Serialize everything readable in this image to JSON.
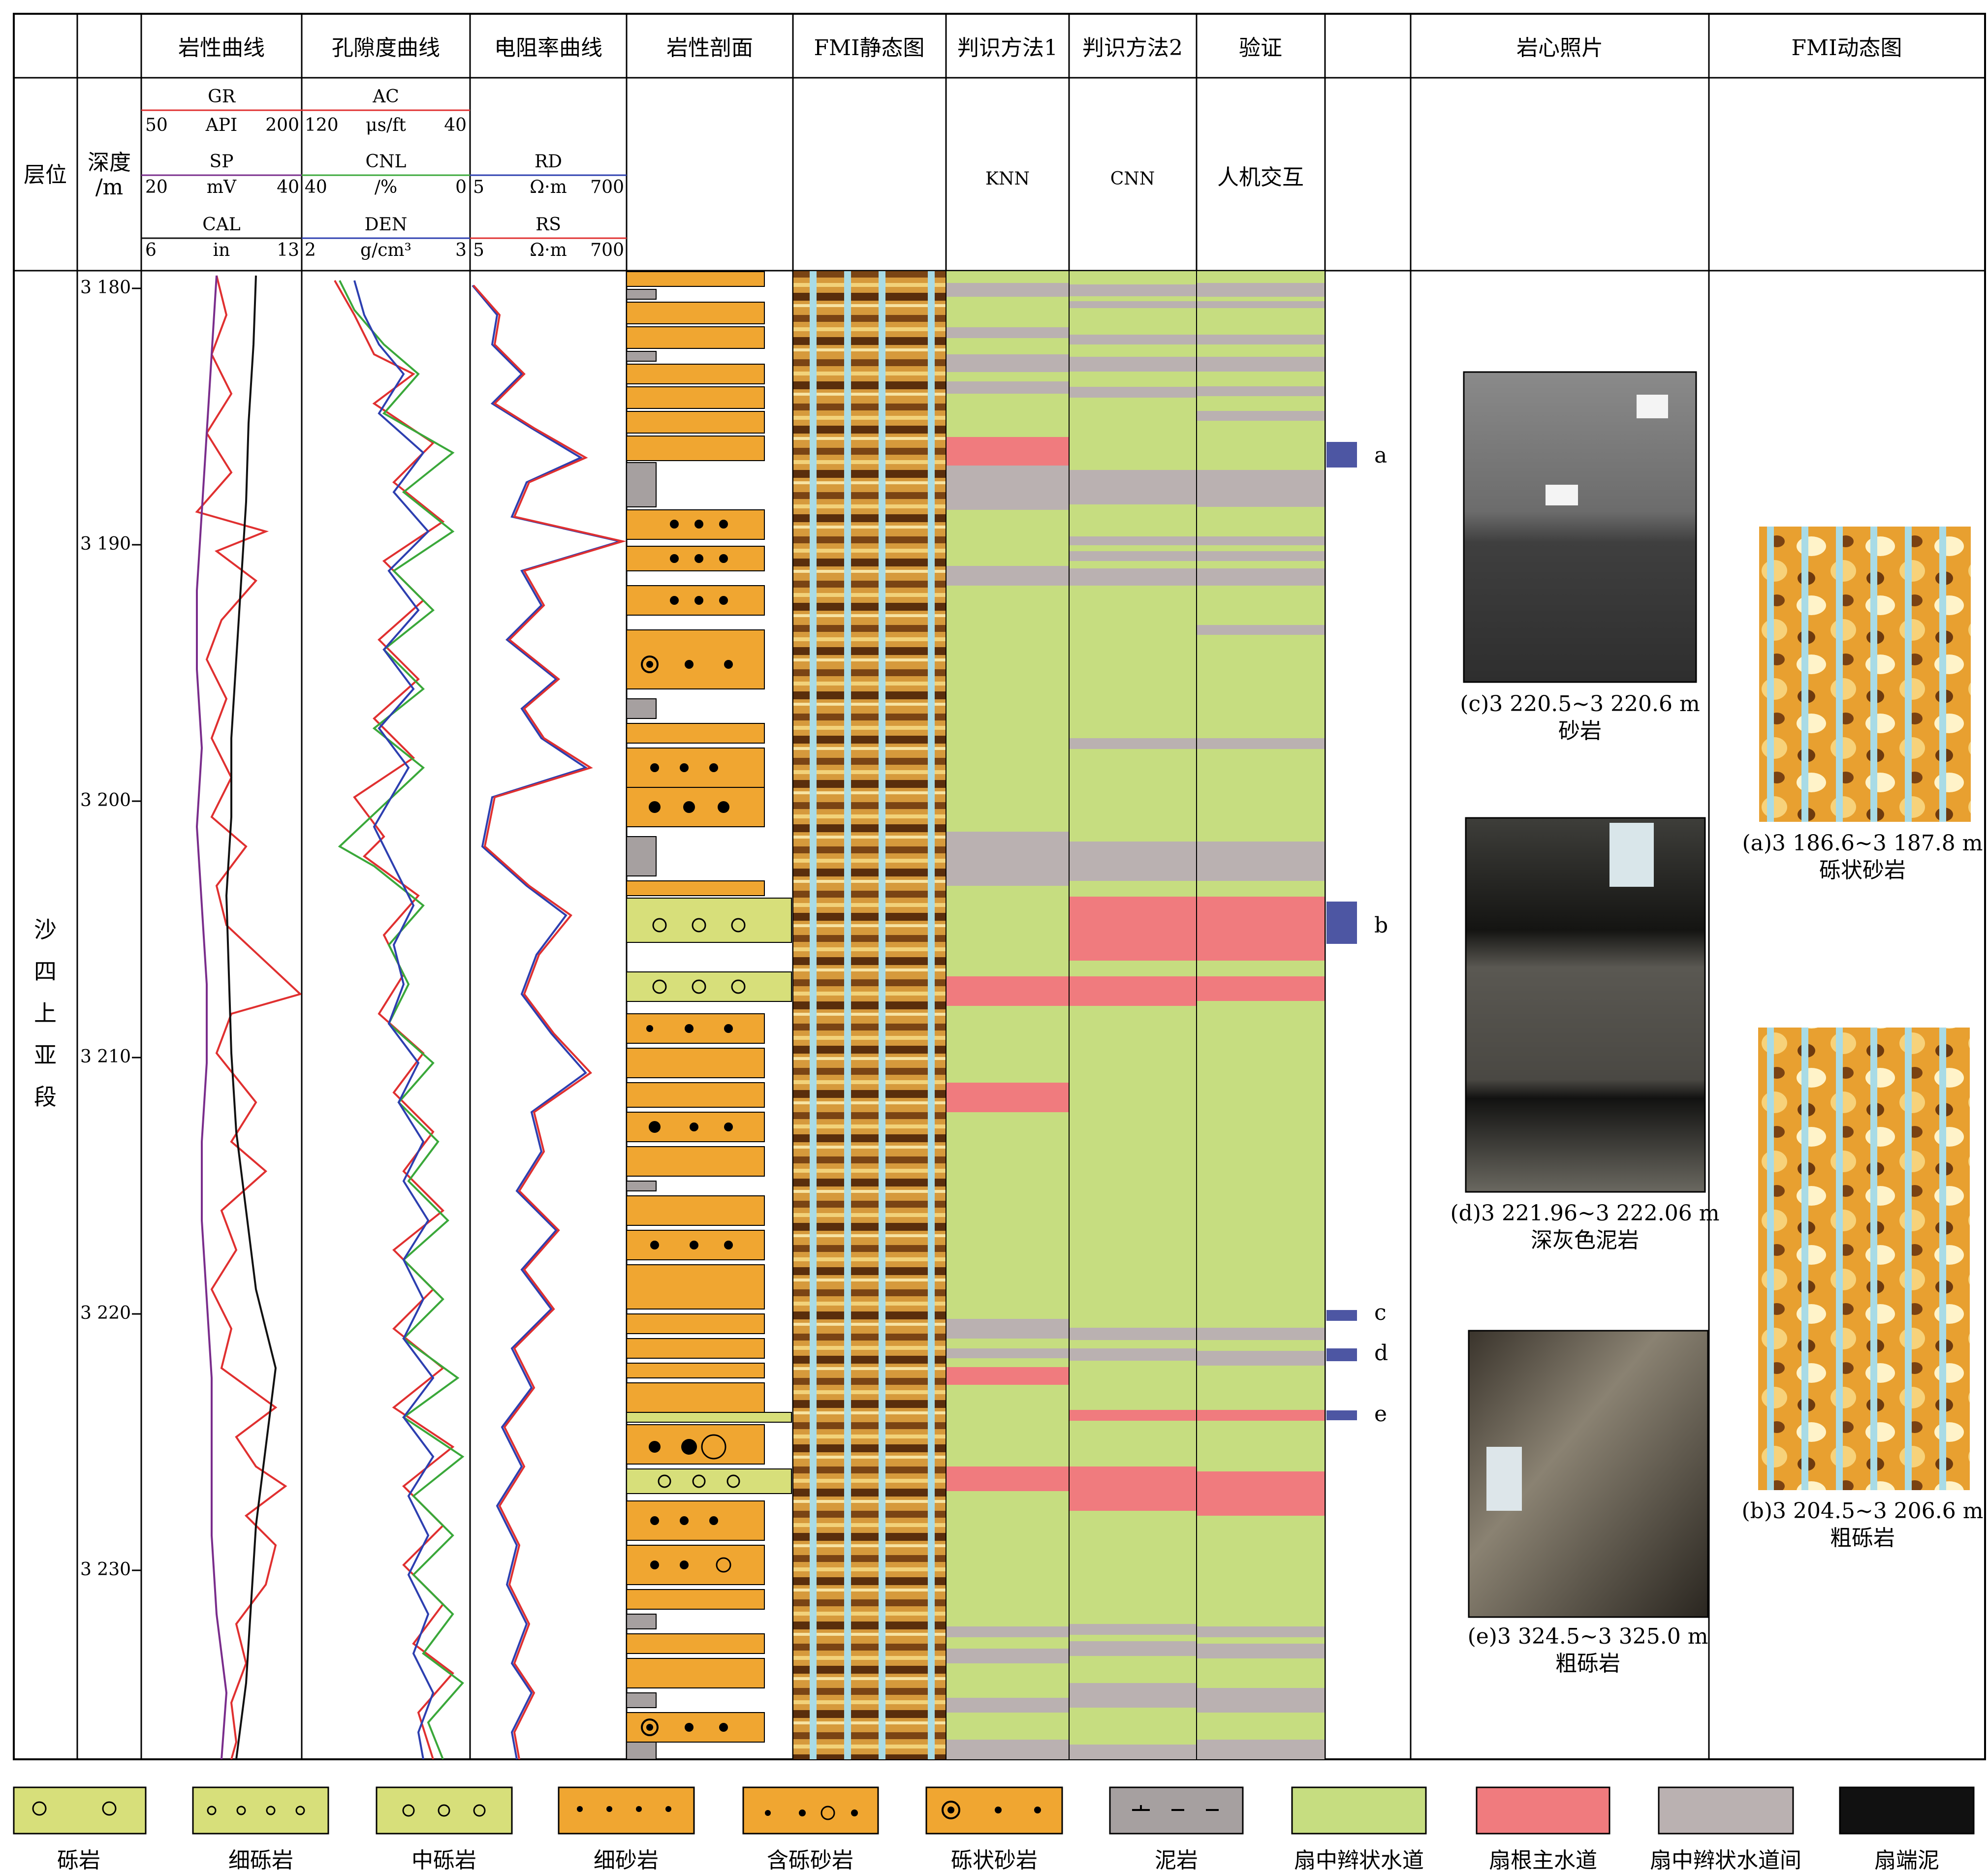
{
  "headers": {
    "layer": "层位",
    "depth": "深度",
    "depth_unit": "/m",
    "lith_curve": "岩性曲线",
    "por_curve": "孔隙度曲线",
    "res_curve": "电阻率曲线",
    "lith_profile": "岩性剖面",
    "fmi_static": "FMI静态图",
    "method1": "判识方法1",
    "method2": "判识方法2",
    "verify": "验证",
    "core_photo": "岩心照片",
    "fmi_dynamic": "FMI动态图"
  },
  "scales": {
    "gr": {
      "name": "GR",
      "min": "50",
      "unit": "API",
      "max": "200"
    },
    "sp": {
      "name": "SP",
      "min": "20",
      "unit": "mV",
      "max": "40"
    },
    "cal": {
      "name": "CAL",
      "min": "6",
      "unit": "in",
      "max": "13"
    },
    "ac": {
      "name": "AC",
      "min": "120",
      "unit": "μs/ft",
      "max": "40"
    },
    "cnl": {
      "name": "CNL",
      "min": "40",
      "unit": "/%",
      "max": "0"
    },
    "den": {
      "name": "DEN",
      "min": "2",
      "unit": "g/cm³",
      "max": "3"
    },
    "rd": {
      "name": "RD",
      "min": "5",
      "unit": "Ω·m",
      "max": "700"
    },
    "rs": {
      "name": "RS",
      "min": "5",
      "unit": "Ω·m",
      "max": "700"
    }
  },
  "methods": {
    "m1": "KNN",
    "m2": "CNN",
    "v": "人机交互"
  },
  "layer_name": [
    "沙",
    "四",
    "上",
    "亚",
    "段"
  ],
  "depth_ticks": [
    "3 180",
    "3 190",
    "3 200",
    "3 210",
    "3 220",
    "3 230"
  ],
  "markers": [
    "a",
    "b",
    "c",
    "d",
    "e"
  ],
  "core_captions": [
    {
      "id": "(c)3 220.5~3 220.6 m",
      "lith": "砂岩"
    },
    {
      "id": "(d)3 221.96~3 222.06 m",
      "lith": "深灰色泥岩"
    },
    {
      "id": "(e)3 324.5~3 325.0 m",
      "lith": "粗砾岩"
    }
  ],
  "fmi_captions": [
    {
      "id": "(a)3 186.6~3 187.8 m",
      "lith": "砾状砂岩"
    },
    {
      "id": "(b)3 204.5~3 206.6 m",
      "lith": "粗砾岩"
    }
  ],
  "legend": [
    "砾岩",
    "细砾岩",
    "中砾岩",
    "细砂岩",
    "含砾砂岩",
    "砾状砂岩",
    "泥岩",
    "扇中辫状水道",
    "扇根主水道",
    "扇中辫状水道间",
    "扇端泥"
  ],
  "colors": {
    "green": "#c6dd80",
    "red": "#f07b7e",
    "gray": "#bab1b1",
    "orange": "#f0a631",
    "yellow": "#d7df7a",
    "blue_marker": "#4d56a3",
    "gr_red": "#e03030",
    "sp_purple": "#7a2d8c",
    "cal_black": "#111111",
    "cnl_green": "#3aa83a",
    "den_blue": "#2d3fb0"
  }
}
